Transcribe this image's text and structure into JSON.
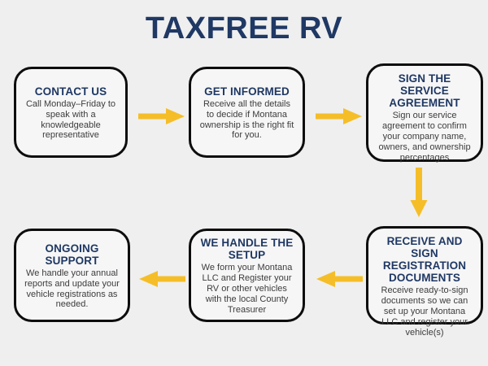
{
  "title": "TAXFREE RV",
  "colors": {
    "navy": "#1F3864",
    "arrow_gold": "#F5BE28",
    "background": "#EFEFEF",
    "box_fill": "#F6F6F6",
    "box_border": "#0D0D0D",
    "body_text": "#3C3C3C"
  },
  "steps": [
    {
      "id": "contact-us",
      "heading": "CONTACT US",
      "body": "Call Monday–Friday to speak with a knowledgeable representative"
    },
    {
      "id": "get-informed",
      "heading": "GET INFORMED",
      "body": "Receive all the details to decide if Montana ownership is the right fit for you."
    },
    {
      "id": "sign-service-agreement",
      "heading": "SIGN THE SERVICE AGREEMENT",
      "body": "Sign our service agreement to confirm your company name, owners, and ownership percentages"
    },
    {
      "id": "receive-and-sign-registration-documents",
      "heading": "RECEIVE AND SIGN REGISTRATION DOCUMENTS",
      "body": "Receive ready-to-sign documents so we can set up your Montana LLC and register your vehicle(s)"
    },
    {
      "id": "we-handle-the-setup",
      "heading": "WE HANDLE THE SETUP",
      "body": "We form your Montana LLC and Register your RV or other vehicles with the local County Treasurer"
    },
    {
      "id": "ongoing-support",
      "heading": "ONGOING SUPPORT",
      "body": "We handle your annual reports and update your vehicle registrations as needed."
    }
  ],
  "arrows": [
    {
      "id": "contact-to-informed",
      "direction": "right",
      "icon": "arrow-right-icon"
    },
    {
      "id": "informed-to-sign",
      "direction": "right",
      "icon": "arrow-right-icon"
    },
    {
      "id": "sign-to-receive",
      "direction": "down",
      "icon": "arrow-down-icon"
    },
    {
      "id": "receive-to-setup",
      "direction": "left",
      "icon": "arrow-left-icon"
    },
    {
      "id": "setup-to-ongoing",
      "direction": "left",
      "icon": "arrow-left-icon"
    }
  ]
}
